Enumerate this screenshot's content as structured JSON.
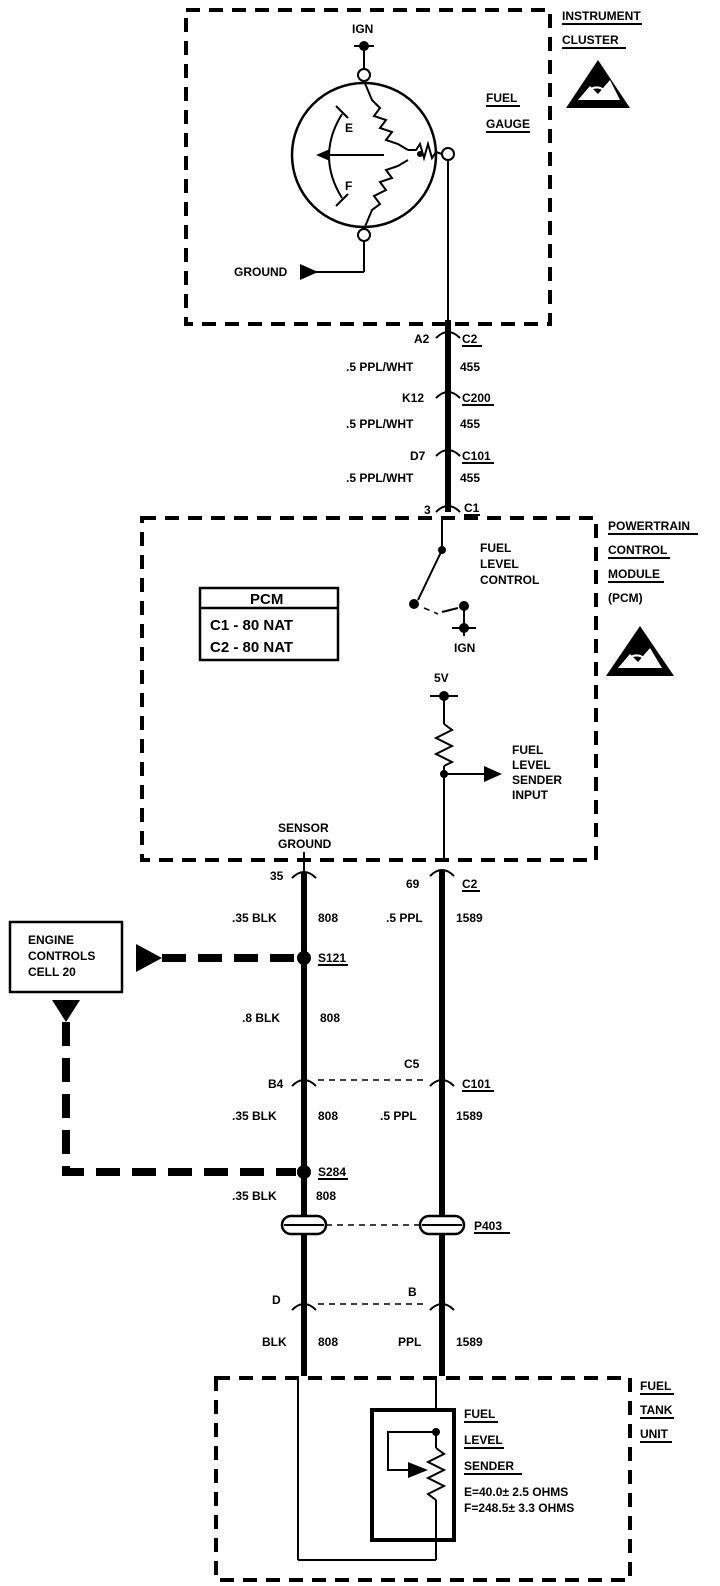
{
  "instrument_cluster": {
    "title_line1": "INSTRUMENT",
    "title_line2": "CLUSTER",
    "ign": "IGN",
    "gauge_e": "E",
    "gauge_f": "F",
    "fuel_gauge_line1": "FUEL",
    "fuel_gauge_line2": "GAUGE",
    "ground": "GROUND"
  },
  "upper_harness": [
    {
      "pin": "A2",
      "connector": "C2",
      "wire": ".5 PPL/WHT",
      "circuit": "455"
    },
    {
      "pin": "K12",
      "connector": "C200",
      "wire": ".5 PPL/WHT",
      "circuit": "455"
    },
    {
      "pin": "D7",
      "connector": "C101",
      "wire": ".5 PPL/WHT",
      "circuit": "455"
    },
    {
      "pin": "3",
      "connector": "C1"
    }
  ],
  "pcm": {
    "title_line1": "POWERTRAIN",
    "title_line2": "CONTROL",
    "title_line3": "MODULE",
    "title_line4": "(PCM)",
    "table_header": "PCM",
    "table_row1": "C1 - 80 NAT",
    "table_row2": "C2 - 80 NAT",
    "fuel_level_control_line1": "FUEL",
    "fuel_level_control_line2": "LEVEL",
    "fuel_level_control_line3": "CONTROL",
    "ign": "IGN",
    "five_v": "5V",
    "sender_input_line1": "FUEL",
    "sender_input_line2": "LEVEL",
    "sender_input_line3": "SENDER",
    "sender_input_line4": "INPUT",
    "sensor_ground_line1": "SENSOR",
    "sensor_ground_line2": "GROUND"
  },
  "lower_left": {
    "pin_pcm": "35",
    "wire1": ".35 BLK",
    "circuit1": "808",
    "splice1": "S121",
    "wire2": ".8 BLK",
    "circuit2": "808",
    "pin_c101": "B4",
    "wire3": ".35 BLK",
    "circuit3": "808",
    "splice2": "S284",
    "wire4": ".35 BLK",
    "circuit4": "808",
    "pin_bottom": "D",
    "wire5": "BLK",
    "circuit5": "808"
  },
  "lower_right": {
    "pin_pcm": "69",
    "connector_pcm": "C2",
    "wire1": ".5 PPL",
    "circuit1": "1589",
    "pin_c101": "C5",
    "connector_c101": "C101",
    "wire2": ".5 PPL",
    "circuit2": "1589",
    "connector_p403": "P403",
    "pin_bottom": "B",
    "wire3": "PPL",
    "circuit3": "1589"
  },
  "engine_controls": {
    "line1": "ENGINE",
    "line2": "CONTROLS",
    "line3": "CELL 20"
  },
  "fuel_tank_unit": {
    "title_line1": "FUEL",
    "title_line2": "TANK",
    "title_line3": "UNIT",
    "sender_line1": "FUEL",
    "sender_line2": "LEVEL",
    "sender_line3": "SENDER",
    "spec_e": "E=40.0± 2.5 OHMS",
    "spec_f": "F=248.5± 3.3 OHMS"
  }
}
